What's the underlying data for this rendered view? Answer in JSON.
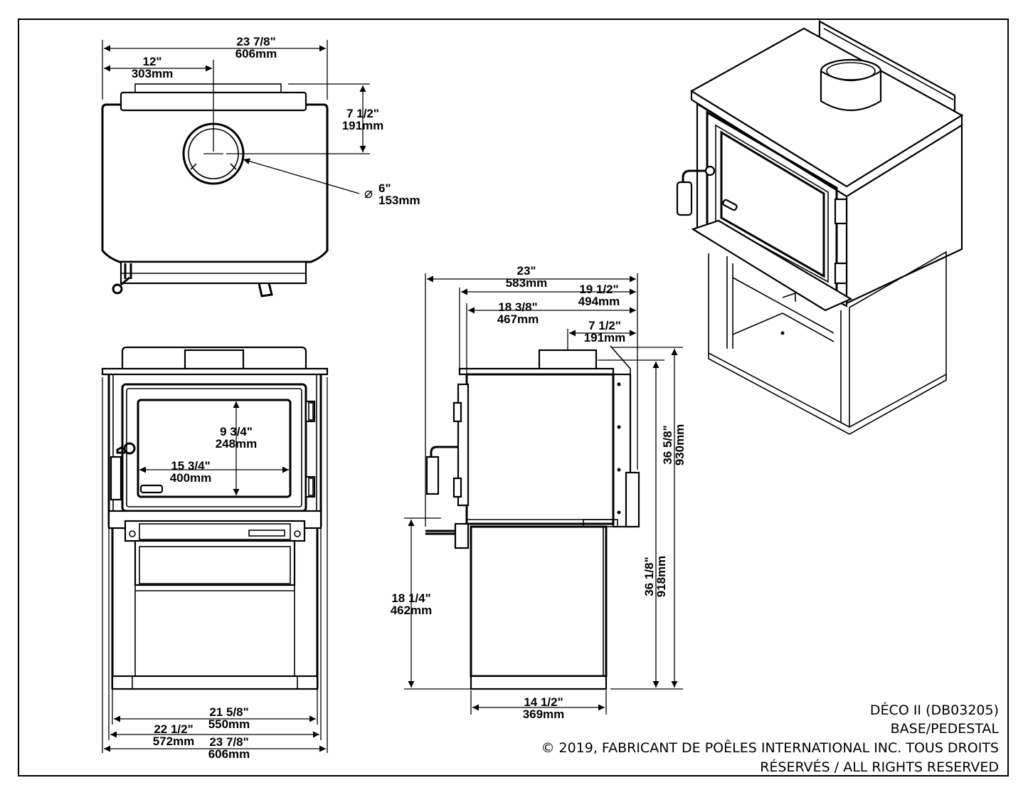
{
  "top_view": {
    "overall_width_in": "23 7/8\"",
    "overall_width_mm": "606mm",
    "flue_offset_in": "12\"",
    "flue_offset_mm": "303mm",
    "flue_depth_in": "7 1/2\"",
    "flue_depth_mm": "191mm",
    "flue_diameter_symbol": "⌀",
    "flue_diameter_in": "6\"",
    "flue_diameter_mm": "153mm"
  },
  "front_view": {
    "glass_height_in": "9 3/4\"",
    "glass_height_mm": "248mm",
    "glass_width_in": "15 3/4\"",
    "glass_width_mm": "400mm",
    "base_inner_width_in": "21 5/8\"",
    "base_inner_width_mm": "550mm",
    "base_width_in": "22 1/2\"",
    "base_width_mm": "572mm",
    "overall_width_in": "23 7/8\"",
    "overall_width_mm": "606mm"
  },
  "side_view": {
    "overall_depth_in": "23\"",
    "overall_depth_mm": "583mm",
    "depth_2_in": "19 1/2\"",
    "depth_2_mm": "494mm",
    "depth_3_in": "18 3/8\"",
    "depth_3_mm": "467mm",
    "flue_from_back_in": "7 1/2\"",
    "flue_from_back_mm": "191mm",
    "overall_height_in": "36 5/8\"",
    "overall_height_mm": "930mm",
    "flue_height_in": "36 1/8\"",
    "flue_height_mm": "918mm",
    "ashlip_height_in": "18 1/4\"",
    "ashlip_height_mm": "462mm",
    "base_depth_in": "14 1/2\"",
    "base_depth_mm": "369mm"
  },
  "title_block": {
    "model": "DÉCO II (DB03205)",
    "variant": "BASE/PEDESTAL",
    "copyright_line1": "© 2019, FABRICANT DE POÊLES INTERNATIONAL INC. TOUS DROITS",
    "copyright_line2": "RÉSERVÉS / ALL RIGHTS RESERVED"
  }
}
